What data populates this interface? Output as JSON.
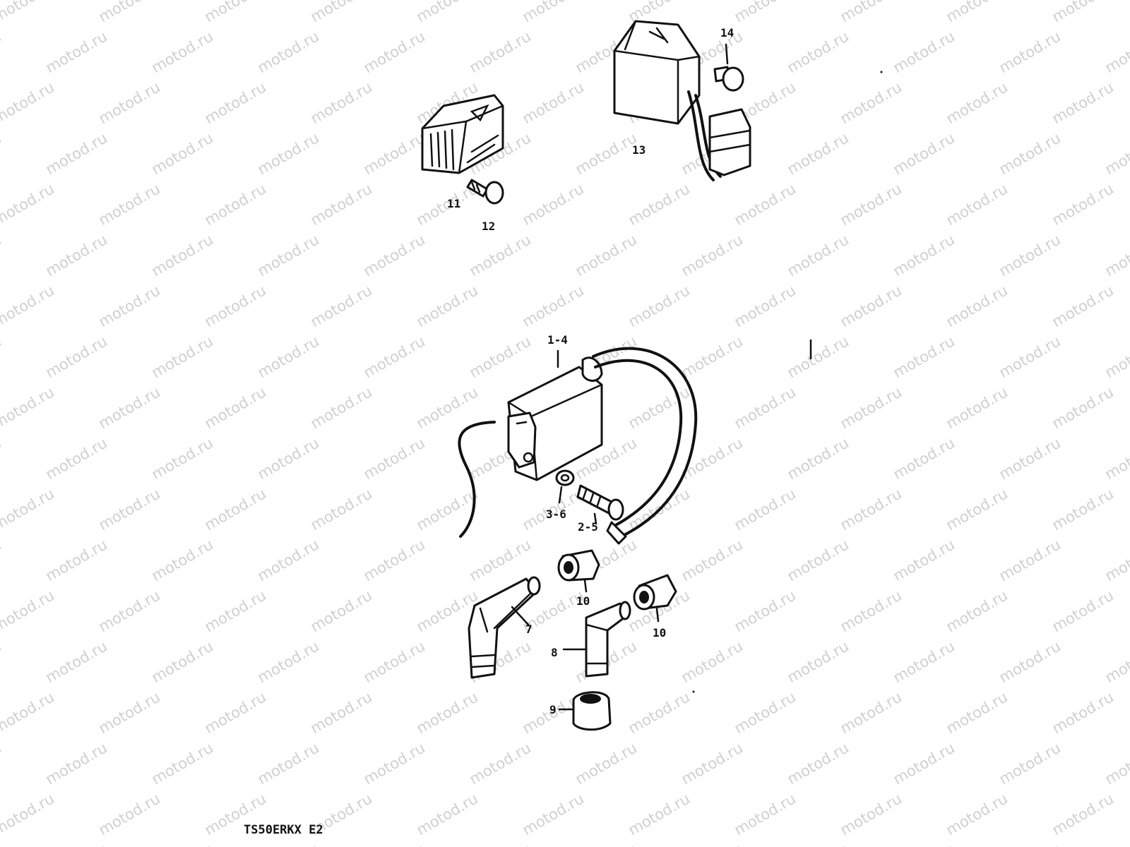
{
  "watermark": "motod.ru",
  "model_code": "TS50ERKX E2",
  "callouts": {
    "p1_4": "1-4",
    "p2_5": "2-5",
    "p3_6": "3-6",
    "p7": "7",
    "p8": "8",
    "p9": "9",
    "p10a": "10",
    "p10b": "10",
    "p11": "11",
    "p12": "12",
    "p13": "13",
    "p14": "14"
  }
}
